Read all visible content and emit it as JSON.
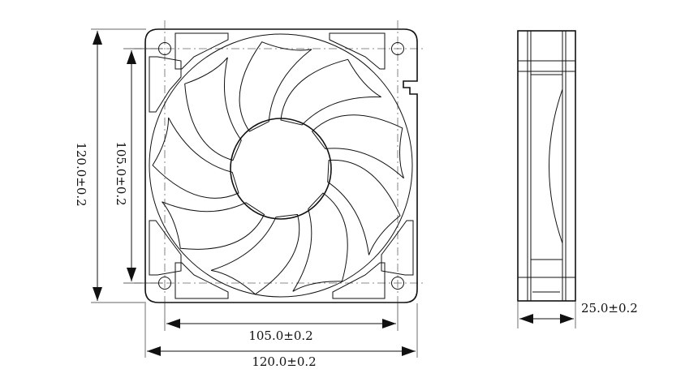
{
  "dimensions": {
    "frame_height": "120.0±0.2",
    "hole_spacing_vertical": "105.0±0.2",
    "hole_spacing_horizontal": "105.0±0.2",
    "frame_width": "120.0±0.2",
    "thickness": "25.0±0.2"
  },
  "views": {
    "front": {
      "blade_count": 9
    },
    "side": {}
  }
}
